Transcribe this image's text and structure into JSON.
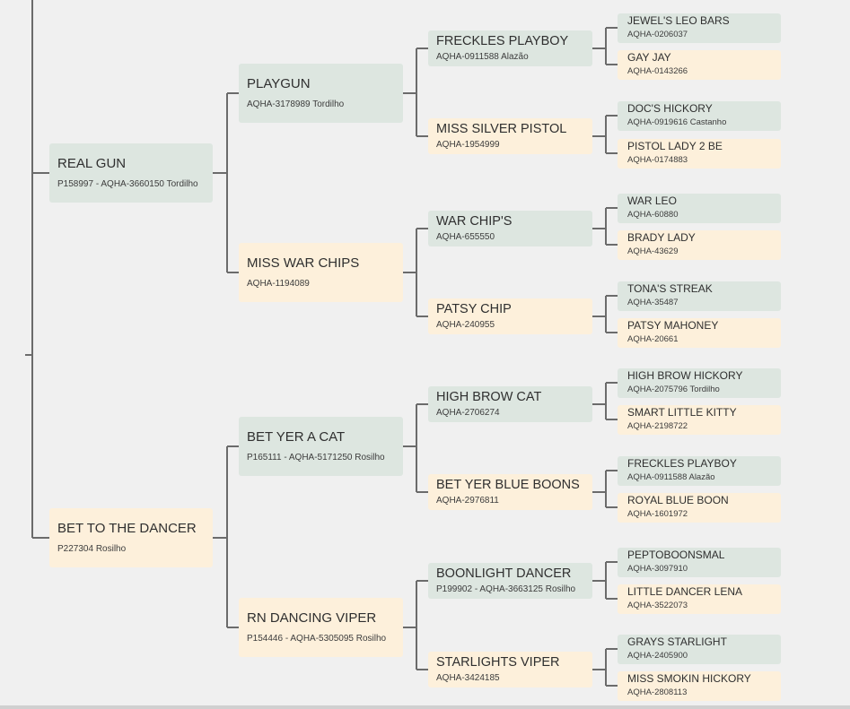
{
  "colors": {
    "male_box": "#dde6e0",
    "female_box": "#fdf0db",
    "line": "#6b6b6b",
    "background": "#f0f0f0"
  },
  "pedigree": {
    "sire": {
      "name": "REAL GUN",
      "sub": "P158997 - AQHA-3660150 Tordilho",
      "sire": {
        "name": "PLAYGUN",
        "sub": "AQHA-3178989 Tordilho",
        "sire": {
          "name": "FRECKLES PLAYBOY",
          "sub": "AQHA-0911588 Alazão",
          "sire": {
            "name": "JEWEL'S LEO BARS",
            "sub": "AQHA-0206037"
          },
          "dam": {
            "name": "GAY JAY",
            "sub": "AQHA-0143266"
          }
        },
        "dam": {
          "name": "MISS SILVER PISTOL",
          "sub": "AQHA-1954999",
          "sire": {
            "name": "DOC'S HICKORY",
            "sub": "AQHA-0919616 Castanho"
          },
          "dam": {
            "name": "PISTOL LADY 2 BE",
            "sub": "AQHA-0174883"
          }
        }
      },
      "dam": {
        "name": "MISS WAR CHIPS",
        "sub": "AQHA-1194089",
        "sire": {
          "name": "WAR CHIP'S",
          "sub": "AQHA-655550",
          "sire": {
            "name": "WAR LEO",
            "sub": "AQHA-60880"
          },
          "dam": {
            "name": "BRADY LADY",
            "sub": "AQHA-43629"
          }
        },
        "dam": {
          "name": "PATSY CHIP",
          "sub": "AQHA-240955",
          "sire": {
            "name": "TONA'S STREAK",
            "sub": "AQHA-35487"
          },
          "dam": {
            "name": "PATSY MAHONEY",
            "sub": "AQHA-20661"
          }
        }
      }
    },
    "dam": {
      "name": "BET TO THE DANCER",
      "sub": "P227304 Rosilho",
      "sire": {
        "name": "BET YER A CAT",
        "sub": "P165111 - AQHA-5171250 Rosilho",
        "sire": {
          "name": "HIGH BROW CAT",
          "sub": "AQHA-2706274",
          "sire": {
            "name": "HIGH BROW HICKORY",
            "sub": "AQHA-2075796 Tordilho"
          },
          "dam": {
            "name": "SMART LITTLE KITTY",
            "sub": "AQHA-2198722"
          }
        },
        "dam": {
          "name": "BET YER BLUE BOONS",
          "sub": "AQHA-2976811",
          "sire": {
            "name": "FRECKLES PLAYBOY",
            "sub": "AQHA-0911588 Alazão"
          },
          "dam": {
            "name": "ROYAL BLUE BOON",
            "sub": "AQHA-1601972"
          }
        }
      },
      "dam": {
        "name": "RN DANCING VIPER",
        "sub": "P154446 - AQHA-5305095 Rosilho",
        "sire": {
          "name": "BOONLIGHT DANCER",
          "sub": "P199902 - AQHA-3663125 Rosilho",
          "sire": {
            "name": "PEPTOBOONSMAL",
            "sub": "AQHA-3097910"
          },
          "dam": {
            "name": "LITTLE DANCER LENA",
            "sub": "AQHA-3522073"
          }
        },
        "dam": {
          "name": "STARLIGHTS VIPER",
          "sub": "AQHA-3424185",
          "sire": {
            "name": "GRAYS STARLIGHT",
            "sub": "AQHA-2405900"
          },
          "dam": {
            "name": "MISS SMOKIN HICKORY",
            "sub": "AQHA-2808113"
          }
        }
      }
    }
  }
}
